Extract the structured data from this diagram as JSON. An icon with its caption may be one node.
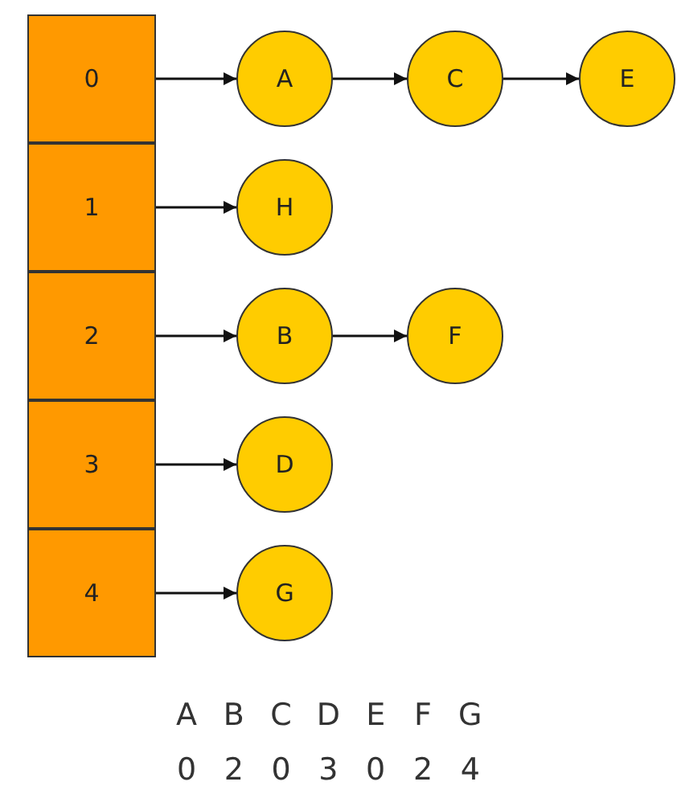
{
  "diagram": {
    "nodes": [
      {
        "text": [
          "0"
        ]
      },
      {
        "text": [
          "1"
        ]
      },
      {
        "text": [
          "2"
        ]
      },
      {
        "text": [
          "3"
        ]
      },
      {
        "text": [
          "4"
        ]
      },
      {
        "text": [
          "A"
        ]
      },
      {
        "text": [
          "C"
        ]
      },
      {
        "text": [
          "E"
        ]
      },
      {
        "text": [
          "H"
        ]
      },
      {
        "text": [
          "B"
        ]
      },
      {
        "text": [
          "F"
        ]
      },
      {
        "text": [
          "D"
        ]
      },
      {
        "text": [
          "G"
        ]
      }
    ],
    "edges": [
      {
        "from": 0,
        "to": 5,
        "arrow": "to"
      },
      {
        "from": 5,
        "to": 6,
        "arrow": "to"
      },
      {
        "from": 6,
        "to": 7,
        "arrow": "to"
      },
      {
        "from": 1,
        "to": 8,
        "arrow": "to"
      },
      {
        "from": 2,
        "to": 9,
        "arrow": "to"
      },
      {
        "from": 9,
        "to": 10,
        "arrow": "to"
      },
      {
        "from": 3,
        "to": 11,
        "arrow": "to"
      },
      {
        "from": 4,
        "to": 12,
        "arrow": "to"
      }
    ],
    "labels": [
      "A",
      "B",
      "C",
      "D",
      "E",
      "F",
      "G",
      "0",
      "2",
      "0",
      "3",
      "0",
      "2",
      "4"
    ]
  }
}
